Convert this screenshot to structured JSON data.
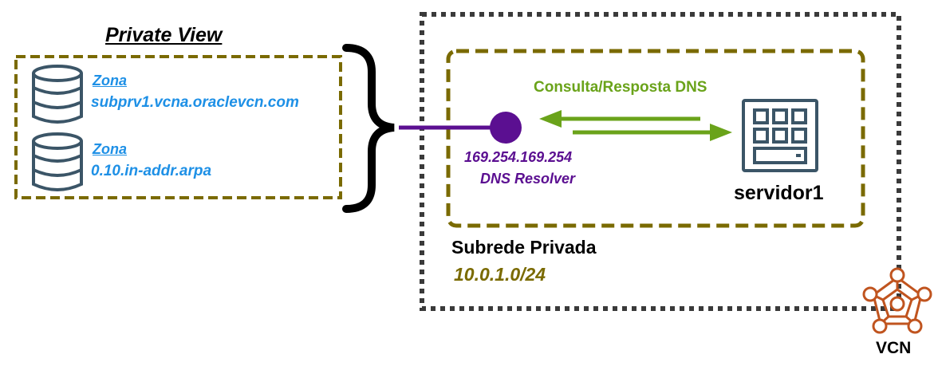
{
  "private_view": {
    "title": "Private View",
    "zones": [
      {
        "label": "Zona",
        "name": "subprv1.vcna.oraclevcn.com"
      },
      {
        "label": "Zona",
        "name": "0.10.in-addr.arpa"
      }
    ]
  },
  "resolver": {
    "ip": "169.254.169.254",
    "name": "DNS Resolver"
  },
  "flow": {
    "label": "Consulta/Resposta DNS"
  },
  "server": {
    "name": "servidor1",
    "icon": "server-icon"
  },
  "subnet": {
    "name": "Subrede Privada",
    "cidr": "10.0.1.0/24"
  },
  "vcn": {
    "label": "VCN",
    "icon": "vcn-network-icon"
  },
  "colors": {
    "olive": "#7a6a00",
    "purple": "#5b0f91",
    "green": "#6aa31a",
    "blue": "#1e90e6",
    "slate": "#3b5567",
    "orange": "#c0541f"
  }
}
